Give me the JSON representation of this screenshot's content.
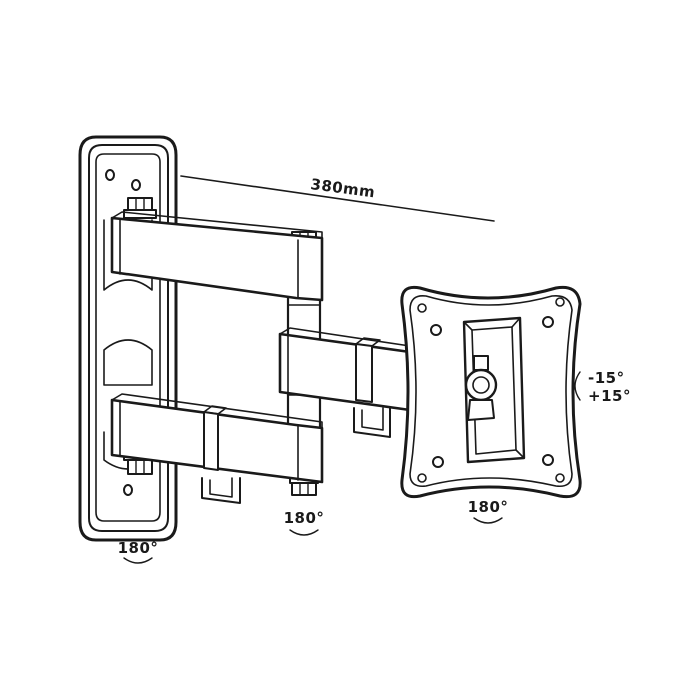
{
  "diagram": {
    "dimension_label": "380mm",
    "rotation_wall": "180°",
    "rotation_middle": "180°",
    "rotation_head": "180°",
    "tilt_up": "-15°",
    "tilt_down": "+15°"
  },
  "colors": {
    "line": "#1a1a1a",
    "background": "#ffffff"
  }
}
